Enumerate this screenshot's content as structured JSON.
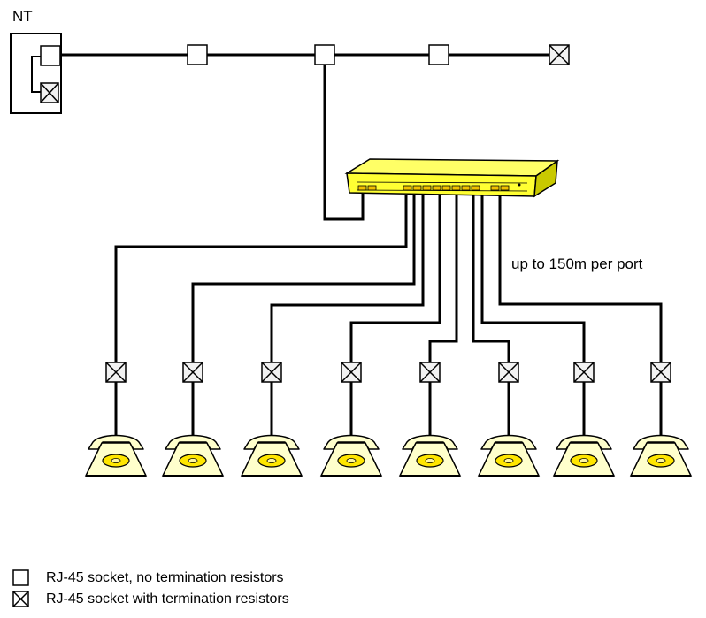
{
  "nt_label": "NT",
  "port_note": "up to 150m per port",
  "legend": [
    {
      "symbol": "socket-plain-icon",
      "text": "RJ-45 socket, no termination resistors"
    },
    {
      "symbol": "socket-terminated-icon",
      "text": "RJ-45 socket with termination resistors"
    }
  ],
  "colors": {
    "line": "#000000",
    "switch_body": "#ffff33",
    "switch_side": "#c9c900",
    "phone_body": "#ffffcc",
    "phone_dial": "#ffe600",
    "socket_fill": "#ffffff",
    "terminated_socket_fill": "#f2f2f2"
  }
}
